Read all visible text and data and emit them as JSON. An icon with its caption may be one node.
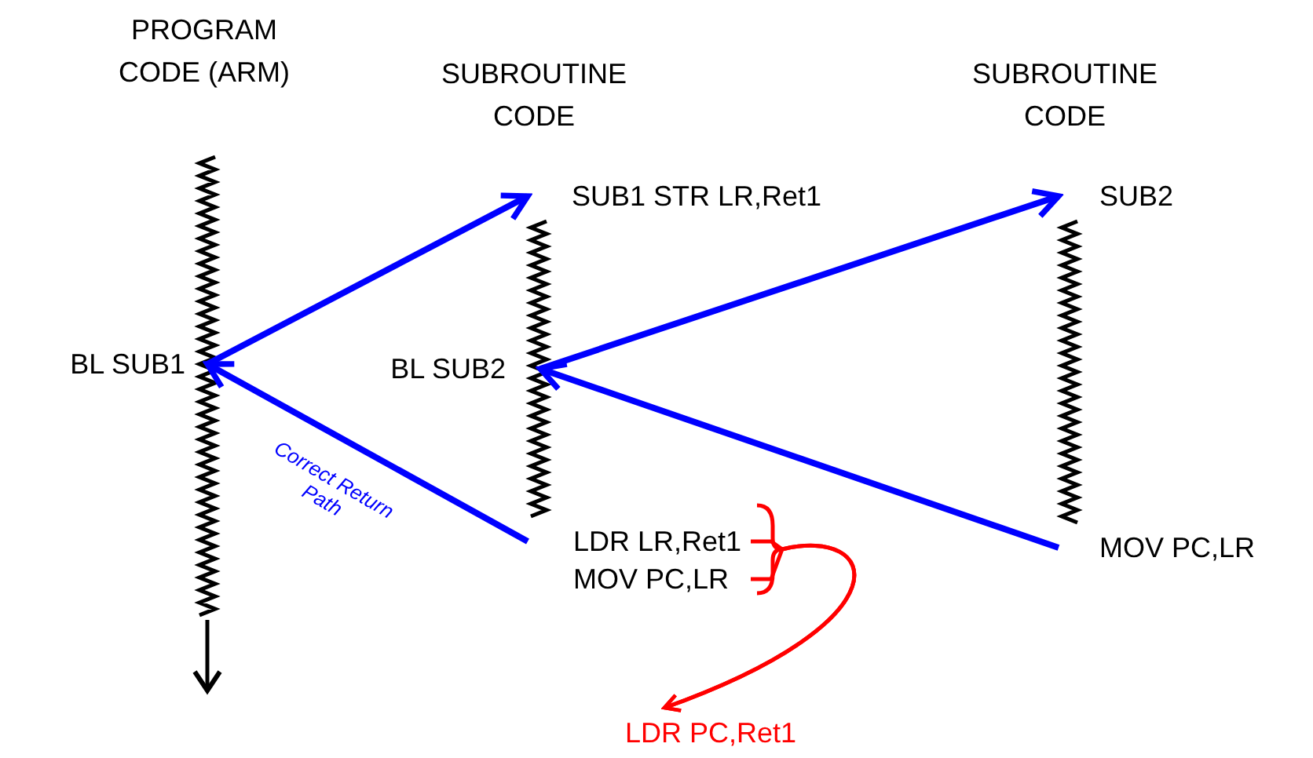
{
  "diagram": {
    "nodes": [
      {
        "text": [
          "BL SUB1"
        ]
      },
      {
        "text": [
          "SUB1 STR LR,Ret1"
        ]
      },
      {
        "text": [
          "BL SUB2"
        ]
      },
      {
        "text": [
          "SUB2"
        ]
      },
      {
        "text": [
          "LDR LR,Ret1"
        ]
      },
      {
        "text": [
          "MOV PC,LR"
        ]
      },
      {
        "text": [
          "MOV PC,LR"
        ]
      },
      {
        "text": [
          "LDR PC,Ret1"
        ]
      }
    ],
    "edges": [
      {
        "from": 0,
        "to": 1,
        "arrow": "to"
      },
      {
        "from": 2,
        "to": 3,
        "arrow": "to"
      },
      {
        "from": 4,
        "to": 0,
        "arrow": "to",
        "label": "Correct Return Path"
      },
      {
        "from": 6,
        "to": 2,
        "arrow": "to"
      },
      {
        "from": 4,
        "to": 7,
        "arrow": "to",
        "color": "#ff0000"
      },
      {
        "from": 5,
        "to": 7,
        "arrow": "to",
        "color": "#ff0000"
      }
    ],
    "labels": [
      "PROGRAM CODE (ARM)",
      "SUBROUTINE CODE",
      "SUBROUTINE CODE"
    ]
  }
}
